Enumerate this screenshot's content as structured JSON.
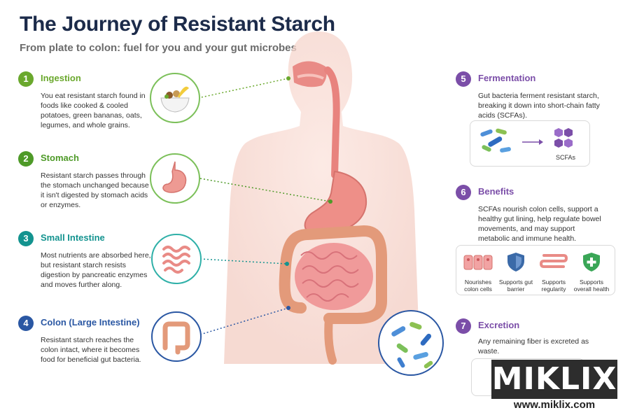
{
  "header": {
    "title": "The Journey of Resistant Starch",
    "subtitle": "From plate to colon: fuel for you and your gut microbes"
  },
  "colors": {
    "ingestion": "#6aa82d",
    "stomach": "#4e9a28",
    "small_intestine": "#13938f",
    "colon": "#2a57a3",
    "fermentation": "#7b4ea8",
    "benefits": "#7b4ea8",
    "excretion": "#7b4ea8"
  },
  "steps": [
    {
      "number": "1",
      "title": "Ingestion",
      "body": "You eat resistant starch found in foods like cooked & cooled potatoes, green bananas, oats, legumes, and whole grains.",
      "icon": "food-bowl-icon"
    },
    {
      "number": "2",
      "title": "Stomach",
      "body": "Resistant starch passes through the stomach unchanged because it isn't digested by stomach acids or enzymes.",
      "icon": "stomach-icon"
    },
    {
      "number": "3",
      "title": "Small Intestine",
      "body": "Most nutrients are absorbed here, but resistant starch resists digestion by pancreatic enzymes and moves further along.",
      "icon": "small-intestine-icon"
    },
    {
      "number": "4",
      "title": "Colon (Large Intestine)",
      "body": "Resistant starch reaches the colon intact, where it becomes food for beneficial gut bacteria.",
      "icon": "colon-icon"
    },
    {
      "number": "5",
      "title": "Fermentation",
      "body": "Gut bacteria ferment resistant starch, breaking it down into short-chain fatty acids (SCFAs)."
    },
    {
      "number": "6",
      "title": "Benefits",
      "body": "SCFAs nourish colon cells, support a healthy gut lining, help regulate bowel movements, and may support metabolic and immune health."
    },
    {
      "number": "7",
      "title": "Excretion",
      "body": "Any remaining fiber is excreted as waste."
    }
  ],
  "fermentation_box": {
    "label": "SCFAs"
  },
  "benefits": [
    {
      "label": "Nourishes colon cells",
      "icon": "colon-cells-icon"
    },
    {
      "label": "Supports gut barrier",
      "icon": "shield-icon"
    },
    {
      "label": "Supports regularity",
      "icon": "intestine-icon"
    },
    {
      "label": "Supports overall health",
      "icon": "health-shield-icon"
    }
  ],
  "watermark": {
    "word": "MIKLIX",
    "url": "www.miklix.com"
  }
}
